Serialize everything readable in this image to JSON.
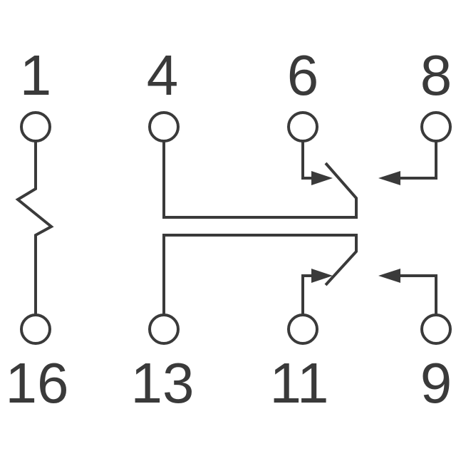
{
  "pins_top": [
    "1",
    "4",
    "6",
    "8"
  ],
  "pins_bottom": [
    "16",
    "13",
    "11",
    "9"
  ],
  "line_color": "#3a3a3a"
}
